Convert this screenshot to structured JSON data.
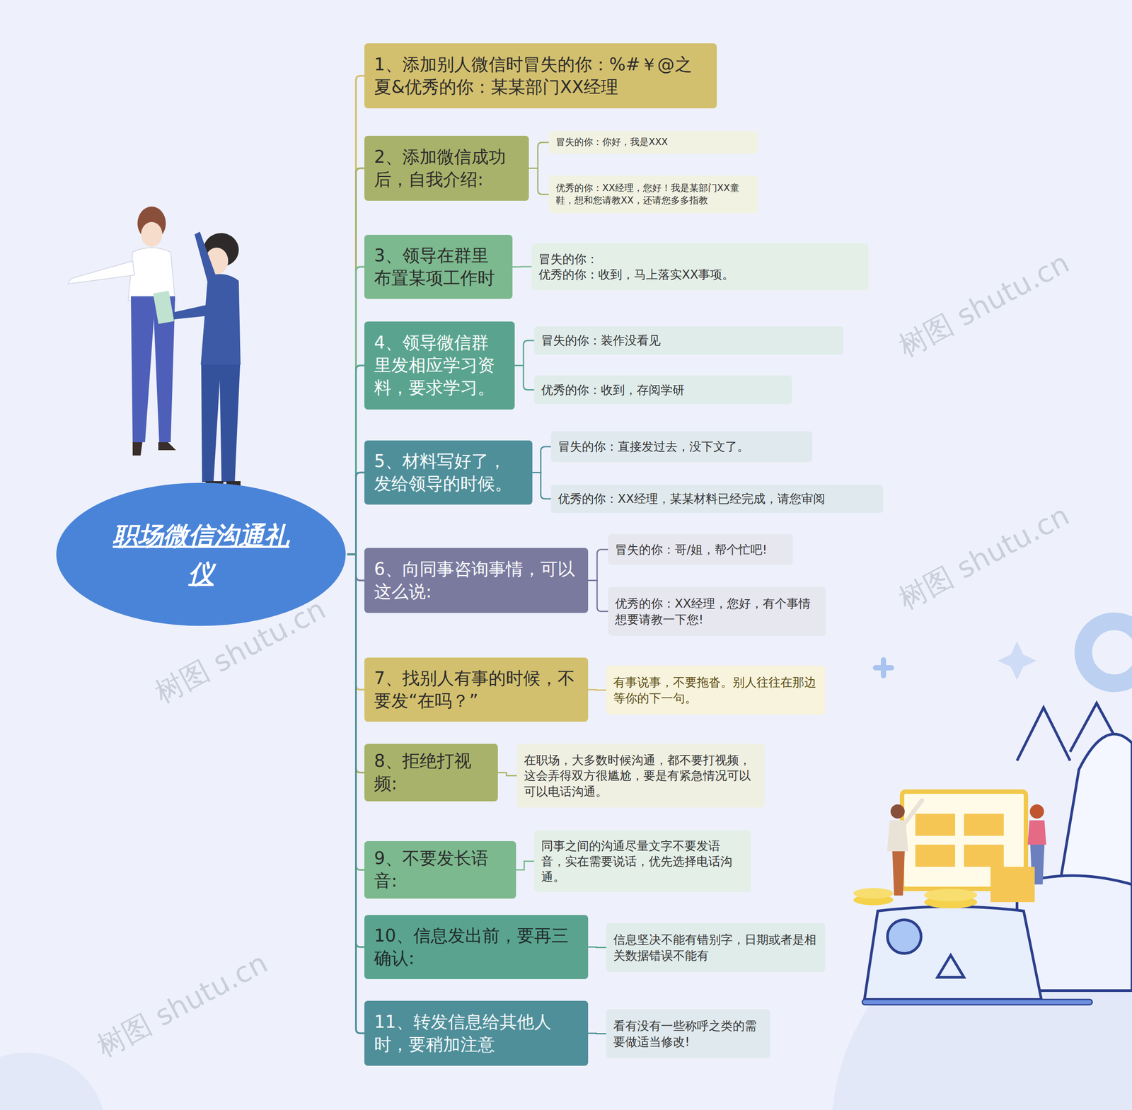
{
  "diagram": {
    "nodes": [
      {
        "text": [
          "职场微信沟通礼仪"
        ]
      },
      {
        "text": [
          "1、添加别人微信时冒失的你：%#￥@之夏&优秀的你：某某部门XX经理"
        ]
      },
      {
        "text": [
          "2、添加微信成功后，自我介绍:"
        ]
      },
      {
        "text": [
          "冒失的你：你好，我是XXX"
        ]
      },
      {
        "text": [
          "优秀的你：XX经理，您好！我是某部门XX童鞋，想和您请教XX，还请您多多指教"
        ]
      },
      {
        "text": [
          "3、领导在群里布置某项工作时"
        ]
      },
      {
        "text": [
          "冒失的你：",
          "优秀的你：收到，马上落实XX事项。"
        ]
      },
      {
        "text": [
          "4、领导微信群里发相应学习资料，要求学习。"
        ]
      },
      {
        "text": [
          "冒失的你：装作没看见"
        ]
      },
      {
        "text": [
          "优秀的你：收到，存阅学研"
        ]
      },
      {
        "text": [
          "5、材料写好了，发给领导的时候。"
        ]
      },
      {
        "text": [
          "冒失的你：直接发过去，没下文了。"
        ]
      },
      {
        "text": [
          "优秀的你：XX经理，某某材料已经完成，请您审阅"
        ]
      },
      {
        "text": [
          "6、向同事咨询事情，可以这么说:"
        ]
      },
      {
        "text": [
          "冒失的你：哥/姐，帮个忙吧!"
        ]
      },
      {
        "text": [
          "优秀的你：XX经理，您好，有个事情想要请教一下您!"
        ]
      },
      {
        "text": [
          "7、找别人有事的时候，不要发“在吗？”"
        ]
      },
      {
        "text": [
          "有事说事，不要拖沓。别人往往在那边等你的下一句。"
        ]
      },
      {
        "text": [
          "8、拒绝打视频:"
        ]
      },
      {
        "text": [
          "在职场，大多数时候沟通，都不要打视频，这会弄得双方很尴尬，要是有紧急情况可以可以电话沟通。"
        ]
      },
      {
        "text": [
          "9、不要发长语音:"
        ]
      },
      {
        "text": [
          "同事之间的沟通尽量文字不要发语音，实在需要说话，优先选择电话沟通。"
        ]
      },
      {
        "text": [
          "10、信息发出前，要再三确认:"
        ]
      },
      {
        "text": [
          "信息坚决不能有错别字，日期或者是相关数据错误不能有"
        ]
      },
      {
        "text": [
          "11、转发信息给其他人时，要稍加注意"
        ]
      },
      {
        "text": [
          "看有没有一些称呼之类的需要做适当修改!"
        ]
      }
    ],
    "edges": [
      {
        "from": 0,
        "to": 1,
        "arrow": "none"
      },
      {
        "from": 0,
        "to": 2,
        "arrow": "none"
      },
      {
        "from": 0,
        "to": 5,
        "arrow": "none"
      },
      {
        "from": 0,
        "to": 7,
        "arrow": "none"
      },
      {
        "from": 0,
        "to": 10,
        "arrow": "none"
      },
      {
        "from": 0,
        "to": 13,
        "arrow": "none"
      },
      {
        "from": 0,
        "to": 16,
        "arrow": "none"
      },
      {
        "from": 0,
        "to": 18,
        "arrow": "none"
      },
      {
        "from": 0,
        "to": 20,
        "arrow": "none"
      },
      {
        "from": 0,
        "to": 22,
        "arrow": "none"
      },
      {
        "from": 0,
        "to": 24,
        "arrow": "none"
      },
      {
        "from": 2,
        "to": 3,
        "arrow": "none"
      },
      {
        "from": 2,
        "to": 4,
        "arrow": "none"
      },
      {
        "from": 5,
        "to": 6,
        "arrow": "none"
      },
      {
        "from": 7,
        "to": 8,
        "arrow": "none"
      },
      {
        "from": 7,
        "to": 9,
        "arrow": "none"
      },
      {
        "from": 10,
        "to": 11,
        "arrow": "none"
      },
      {
        "from": 10,
        "to": 12,
        "arrow": "none"
      },
      {
        "from": 13,
        "to": 14,
        "arrow": "none"
      },
      {
        "from": 13,
        "to": 15,
        "arrow": "none"
      },
      {
        "from": 16,
        "to": 17,
        "arrow": "none"
      },
      {
        "from": 18,
        "to": 19,
        "arrow": "none"
      },
      {
        "from": 20,
        "to": 21,
        "arrow": "none"
      },
      {
        "from": 22,
        "to": 23,
        "arrow": "none"
      },
      {
        "from": 24,
        "to": 25,
        "arrow": "none"
      }
    ],
    "labels": [
      "树图 shutu.cn",
      "树图 shutu.cn",
      "树图 shutu.cn",
      "树图 shutu.cn"
    ]
  }
}
